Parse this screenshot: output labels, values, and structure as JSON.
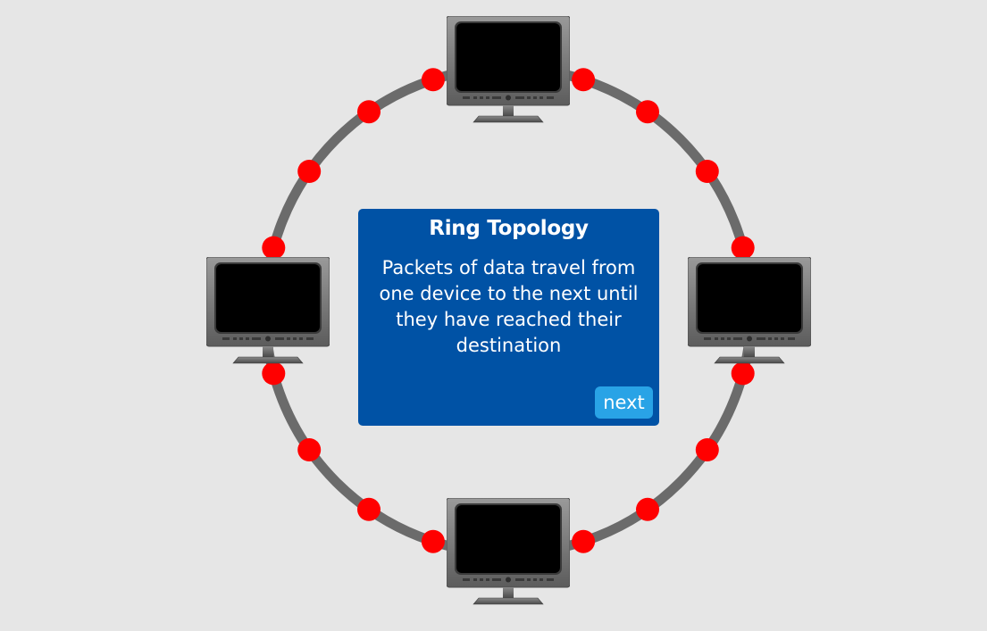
{
  "diagram": {
    "title": "Ring Topology",
    "description": "Packets of data travel from one device to the next until they have reached their destination",
    "next_label": "next",
    "colors": {
      "background": "#e6e6e6",
      "ring": "#6b6b6b",
      "node": "#ff0000",
      "panel": "#0052a5",
      "button": "#29a3e6"
    },
    "computers": [
      {
        "id": "top",
        "icon": "computer-monitor-icon"
      },
      {
        "id": "right",
        "icon": "computer-monitor-icon"
      },
      {
        "id": "bottom",
        "icon": "computer-monitor-icon"
      },
      {
        "id": "left",
        "icon": "computer-monitor-icon"
      }
    ]
  }
}
